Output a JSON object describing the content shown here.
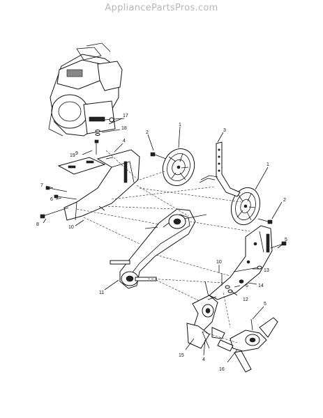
{
  "watermark": "AppliancePartsPros.com",
  "callouts": {
    "c1_top": "1",
    "c1_right": "1",
    "c2_left": "2",
    "c2_right": "2",
    "c3": "3",
    "c4_upper": "4",
    "c4_lower": "4",
    "c5_upper": "5",
    "c5_lower": "5",
    "c6_left": "6",
    "c6_right": "6",
    "c7": "7",
    "c8": "8",
    "c9": "9",
    "c10_left": "10",
    "c10_right": "10",
    "c11": "11",
    "c12": "12",
    "c13": "13",
    "c14": "14",
    "c15": "15",
    "c16": "16",
    "c17": "17",
    "c18": "18",
    "c19": "19"
  }
}
